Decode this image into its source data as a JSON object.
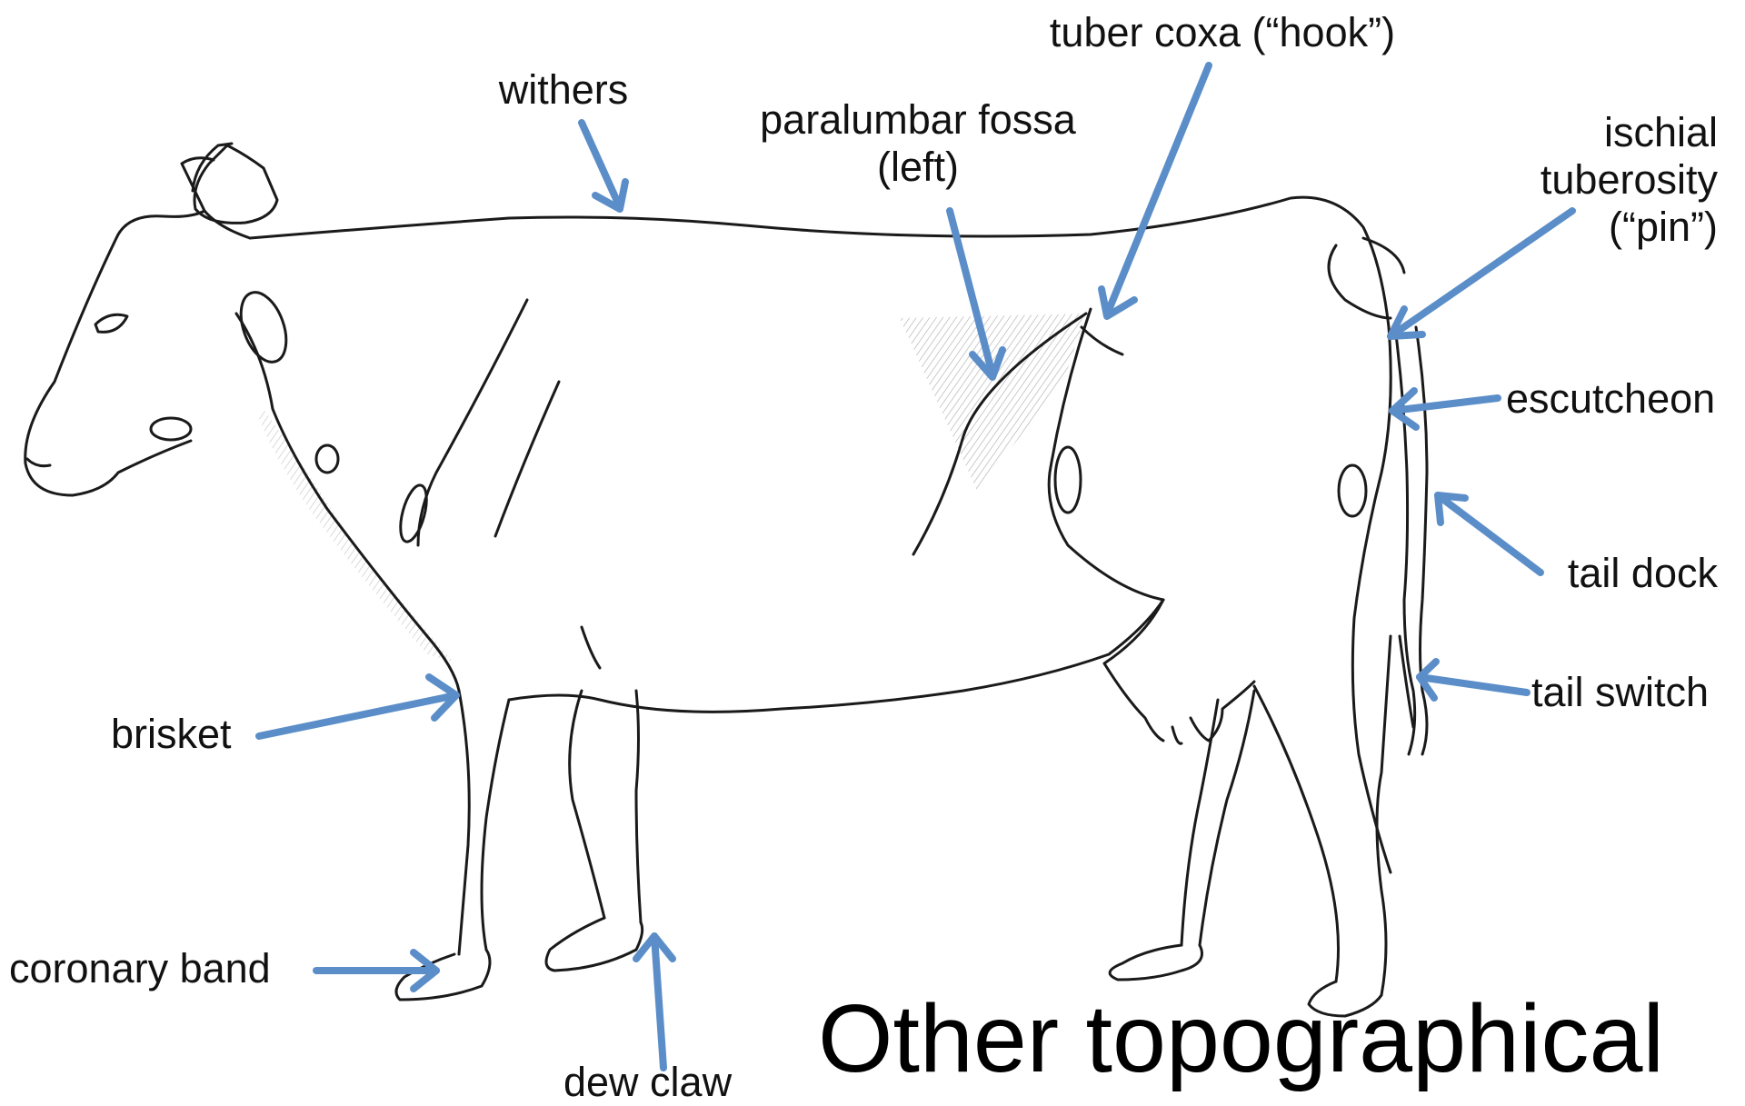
{
  "diagram": {
    "colors": {
      "arrow": "#5b8ec8",
      "outline": "#1a1a1a",
      "shading": "#9a9a9a"
    },
    "labels": {
      "withers": "withers",
      "paralumbar_1": "paralumbar fossa",
      "paralumbar_2": "(left)",
      "tuber_coxa": "tuber coxa (“hook”)",
      "ischial_1": "ischial",
      "ischial_2": "tuberosity",
      "ischial_3": "(“pin”)",
      "escutcheon": "escutcheon",
      "tail_dock": "tail dock",
      "tail_switch": "tail switch",
      "brisket": "brisket",
      "coronary_band": "coronary band",
      "dew_claw": "dew claw"
    },
    "title": "Other topographical"
  }
}
